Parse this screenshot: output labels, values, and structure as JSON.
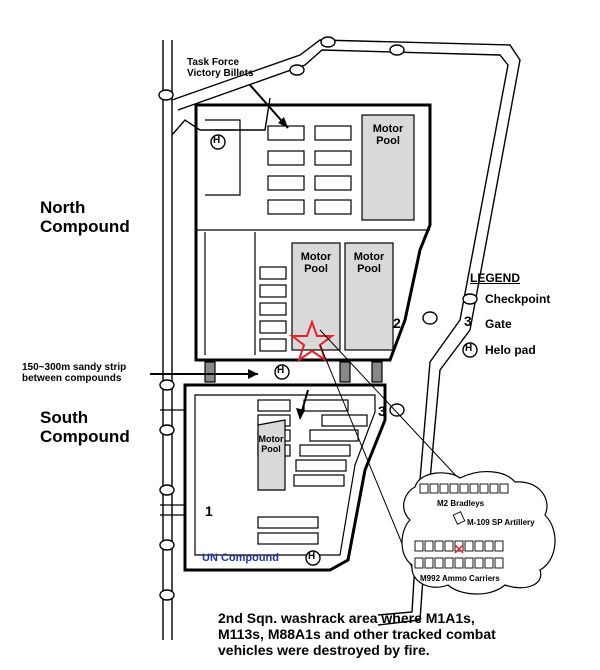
{
  "labels": {
    "task_force": "Task Force\nVictory Billets",
    "north_compound": "North\nCompound",
    "south_compound": "South\nCompound",
    "motor_pool": "Motor\nPool",
    "sandy_strip": "150~300m sandy strip\nbetween compounds",
    "un_compound": "UN Compound",
    "m2_bradleys": "M2 Bradleys",
    "m109": "M-109 SP Artillery",
    "m992": "M992 Ammo Carriers",
    "caption": "2nd Sqn. washrack area where M1A1s,\nM113s, M88A1s and other tracked combat\nvehicles were destroyed by fire."
  },
  "gates": [
    "1",
    "2",
    "3"
  ],
  "helo_letter": "H",
  "legend": {
    "title": "LEGEND",
    "checkpoint": "Checkpoint",
    "gate": "Gate",
    "gate_symbol": "3",
    "helo_pad": "Helo pad"
  },
  "colors": {
    "star": "#e8202a",
    "un_text": "#2233aa",
    "motor_pool_fill": "#d9d9d9",
    "line": "#000000"
  },
  "icons": [
    "checkpoint-icon",
    "helo-pad-icon",
    "explosion-star-icon"
  ]
}
